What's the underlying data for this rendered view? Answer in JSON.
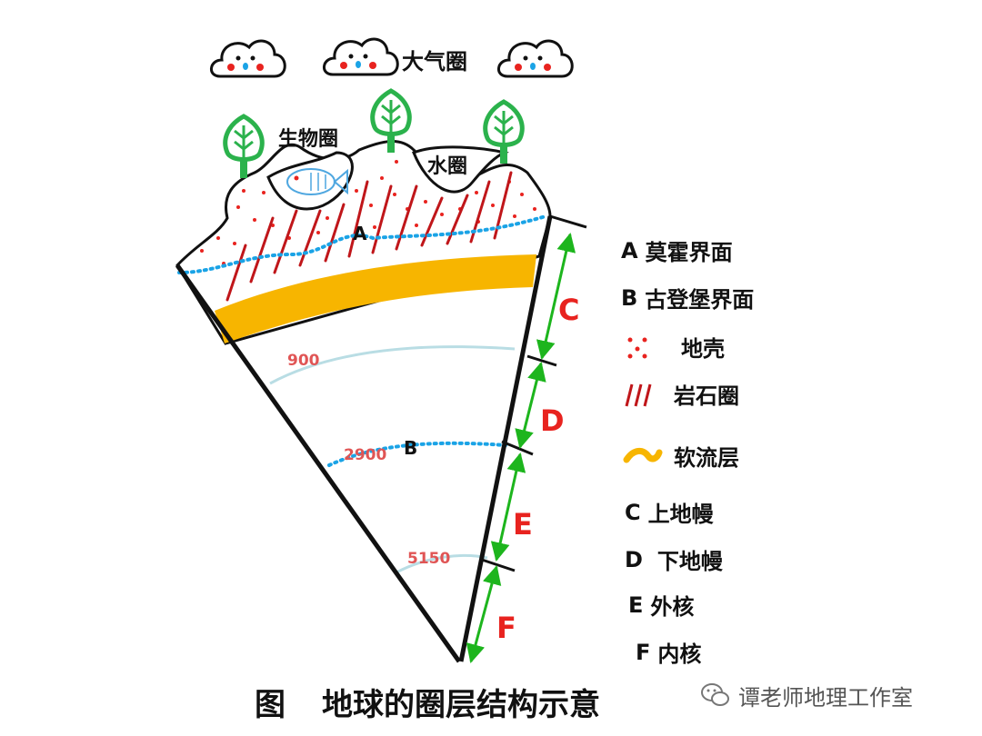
{
  "labels": {
    "atmosphere": "大气圈",
    "biosphere": "生物圈",
    "hydrosphere": "水圈",
    "point_a": "A",
    "point_b": "B",
    "seg_c": "C",
    "seg_d": "D",
    "seg_e": "E",
    "seg_f": "F"
  },
  "depths": [
    "900",
    "2900",
    "5150"
  ],
  "legend": [
    {
      "key": "A",
      "text": "莫霍界面",
      "symbol": "none"
    },
    {
      "key": "B",
      "text": "古登堡界面",
      "symbol": "none"
    },
    {
      "key": "",
      "text": "地壳",
      "symbol": "red-dots-icon"
    },
    {
      "key": "",
      "text": "岩石圈",
      "symbol": "red-hatch-icon"
    },
    {
      "key": "",
      "text": "软流层",
      "symbol": "orange-wave-icon"
    },
    {
      "key": "C",
      "text": "上地幔",
      "symbol": "none"
    },
    {
      "key": "D",
      "text": "下地幔",
      "symbol": "none"
    },
    {
      "key": "E",
      "text": "外核",
      "symbol": "none"
    },
    {
      "key": "F",
      "text": "内核",
      "symbol": "none"
    }
  ],
  "caption": {
    "fig": "图",
    "title": "地球的圈层结构示意"
  },
  "watermark": "谭老师地理工作室",
  "colors": {
    "asthenosphere": "#f7b500",
    "crust_dots": "#e8231f",
    "lithosphere_hatch": "#c0161a",
    "moho_line": "#1aa3e6",
    "depth_line": "#b9dde4",
    "arrow": "#1db51d",
    "tree": "#2bb24c",
    "segment_label": "#e8231f",
    "fish": "#4fa7e0"
  }
}
